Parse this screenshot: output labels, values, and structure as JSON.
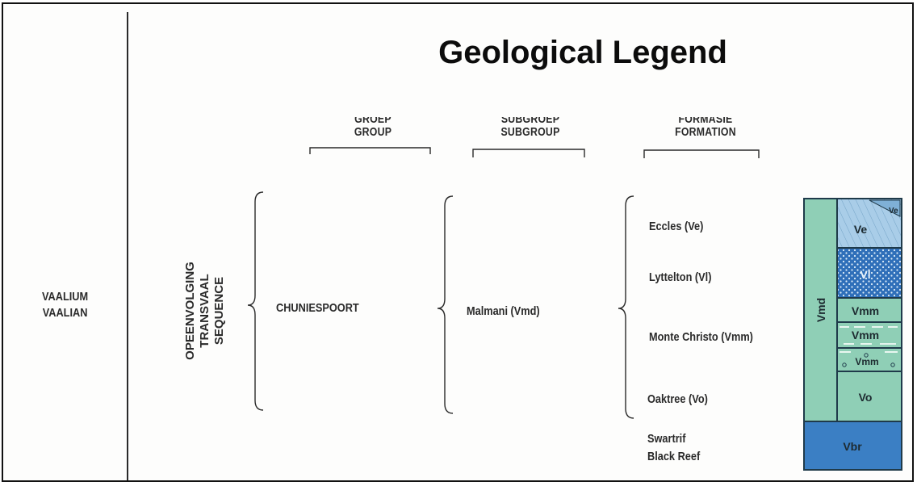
{
  "title": "Geological Legend",
  "era": {
    "line1": "VAALIUM",
    "line2": "VAALIAN"
  },
  "sequence": {
    "line1": "OPEENVOLGING",
    "line2": "TRANSVAAL",
    "line3": "SEQUENCE"
  },
  "headers": {
    "group": {
      "line1": "GROEP",
      "line2": "GROUP"
    },
    "subgroup": {
      "line1": "SUBGROEP",
      "line2": "SUBGROUP"
    },
    "formation": {
      "line1": "FORMASIE",
      "line2": "FORMATION"
    }
  },
  "group_name": "CHUNIESPOORT",
  "subgroup_name": "Malmani (Vmd)",
  "formations": [
    {
      "name": "Eccles (Ve)"
    },
    {
      "name": "Lyttelton (Vl)"
    },
    {
      "name": "Monte Christo (Vmm)"
    },
    {
      "name": "Oaktree (Vo)"
    }
  ],
  "below": {
    "line1": "Swartrif",
    "line2": "Black Reef"
  },
  "column": {
    "subgroup_code": "Vmd",
    "units": {
      "ve_small": "Ve",
      "ve": "Ve",
      "vl": "Vl",
      "vmm1": "Vmm",
      "vmm2": "Vmm",
      "vmm3": "Vmm",
      "vo": "Vo",
      "vbr": "Vbr"
    }
  },
  "colors": {
    "malmani": "#8fcfb6",
    "eccles": "#a9cde8",
    "lyttelton": "#2f6fb9",
    "black_reef": "#3b7fc4",
    "outline": "#1f3a4a"
  }
}
